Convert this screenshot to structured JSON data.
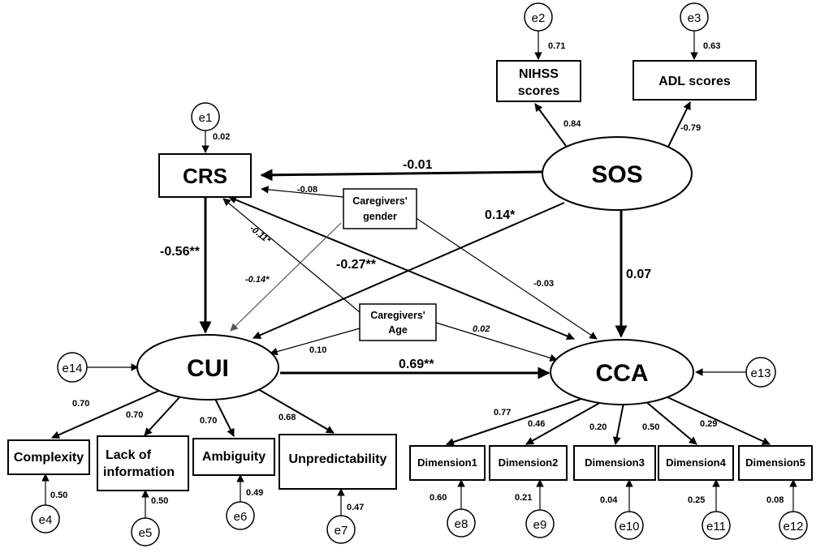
{
  "nodes": {
    "crs": "CRS",
    "sos": "SOS",
    "cui": "CUI",
    "cca": "CCA",
    "nihss": [
      "NIHSS",
      "scores"
    ],
    "adl": "ADL scores",
    "gender": [
      "Caregivers'",
      "gender"
    ],
    "age": [
      "Caregivers'",
      "Age"
    ],
    "complexity": "Complexity",
    "lack_info": [
      "Lack of",
      "information"
    ],
    "ambiguity": "Ambiguity",
    "unpredictability": "Unpredictability",
    "dim1": "Dimension1",
    "dim2": "Dimension2",
    "dim3": "Dimension3",
    "dim4": "Dimension4",
    "dim5": "Dimension5"
  },
  "errors": {
    "e1": "e1",
    "e2": "e2",
    "e3": "e3",
    "e4": "e4",
    "e5": "e5",
    "e6": "e6",
    "e7": "e7",
    "e8": "e8",
    "e9": "e9",
    "e10": "e10",
    "e11": "e11",
    "e12": "e12",
    "e13": "e13",
    "e14": "e14"
  },
  "error_weights": {
    "e1": "0.02",
    "e2": "0.71",
    "e3": "0.63",
    "e4": "0.50",
    "e5": "0.50",
    "e6": "0.49",
    "e7": "0.47",
    "e8": "0.60",
    "e9": "0.21",
    "e10": "0.04",
    "e11": "0.25",
    "e12": "0.08"
  },
  "paths": {
    "sos_crs": "-0.01",
    "sos_nihss": "0.84",
    "sos_adl": "-0.79",
    "sos_cui": "0.14*",
    "sos_cca": "0.07",
    "crs_cui": "-0.56**",
    "crs_cca": "-0.27**",
    "cui_cca": "0.69**",
    "gender_crs": "-0.08",
    "gender_cui": "-0.14*",
    "gender_cca": "-0.03",
    "age_crs": "-0.11*",
    "age_cui": "0.10",
    "age_cca": "0.02"
  },
  "loadings": {
    "cui_complexity": "0.70",
    "cui_lack_info": "0.70",
    "cui_ambiguity": "0.70",
    "cui_unpredictability": "0.68",
    "cca_dim1": "0.77",
    "cca_dim2": "0.46",
    "cca_dim3": "0.20",
    "cca_dim4": "0.50",
    "cca_dim5": "0.29"
  }
}
